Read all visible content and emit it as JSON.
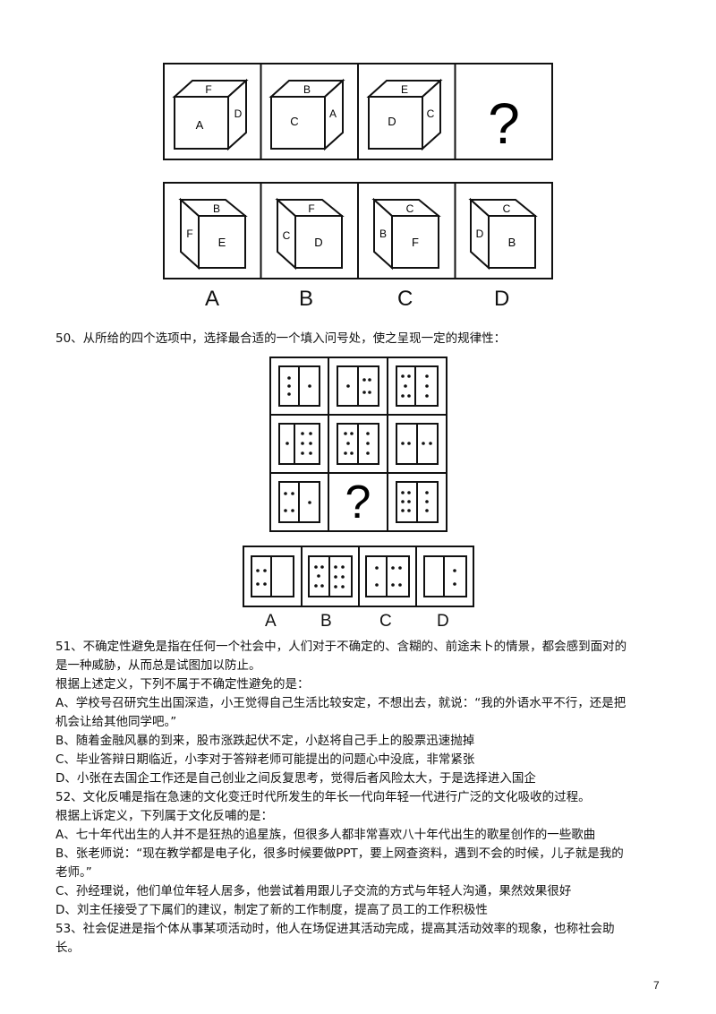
{
  "q49": {
    "top_faces": [
      {
        "top": "F",
        "front": "A",
        "side": "D"
      },
      {
        "top": "B",
        "front": "C",
        "side": "A"
      },
      {
        "top": "E",
        "front": "D",
        "side": "C"
      }
    ],
    "placeholder": "?",
    "options": [
      {
        "top": "B",
        "left": "F",
        "front": "E"
      },
      {
        "top": "F",
        "left": "C",
        "front": "D"
      },
      {
        "top": "C",
        "left": "B",
        "front": "F"
      },
      {
        "top": "C",
        "left": "D",
        "front": "B"
      }
    ],
    "option_labels": [
      "A",
      "B",
      "C",
      "D"
    ]
  },
  "q50": {
    "text": "50、从所给的四个选项中，选择最合适的一个填入问号处，使之呈现一定的规律性：",
    "placeholder": "?",
    "option_labels": [
      "A",
      "B",
      "C",
      "D"
    ]
  },
  "q51": {
    "lines": [
      "51、不确定性避免是指在任何一个社会中，人们对于不确定的、含糊的、前途未卜的情景，都会感到面对的",
      "是一种威胁，从而总是试图加以防止。",
      "根据上述定义，下列不属于不确定性避免的是：",
      "A、学校号召研究生出国深造，小王觉得自己生活比较安定，不想出去，就说：“我的外语水平不行，还是把",
      "机会让给其他同学吧。”",
      "B、随着金融风暴的到来，股市涨跌起伏不定，小赵将自己手上的股票迅速抛掉",
      "C、毕业答辩日期临近，小李对于答辩老师可能提出的问题心中没底，非常紧张",
      "D、小张在去国企工作还是自己创业之间反复思考，觉得后者风险太大，于是选择进入国企"
    ]
  },
  "q52": {
    "lines": [
      "52、文化反哺是指在急速的文化变迁时代所发生的年长一代向年轻一代进行广泛的文化吸收的过程。",
      "根据上诉定义，下列属于文化反哺的是：",
      "A、七十年代出生的人并不是狂热的追星族，但很多人都非常喜欢八十年代出生的歌星创作的一些歌曲",
      "B、张老师说：“现在教学都是电子化，很多时候要做PPT，要上网查资料，遇到不会的时候，儿子就是我的",
      "老师。”",
      "C、孙经理说，他们单位年轻人居多，他尝试着用跟儿子交流的方式与年轻人沟通，果然效果很好",
      "D、刘主任接受了下属们的建议，制定了新的工作制度，提高了员工的工作积极性"
    ]
  },
  "q53": {
    "lines": [
      "53、社会促进是指个体从事某项活动时，他人在场促进其活动完成，提高其活动效率的现象，也称社会助",
      "长。"
    ]
  },
  "page_number": "7"
}
